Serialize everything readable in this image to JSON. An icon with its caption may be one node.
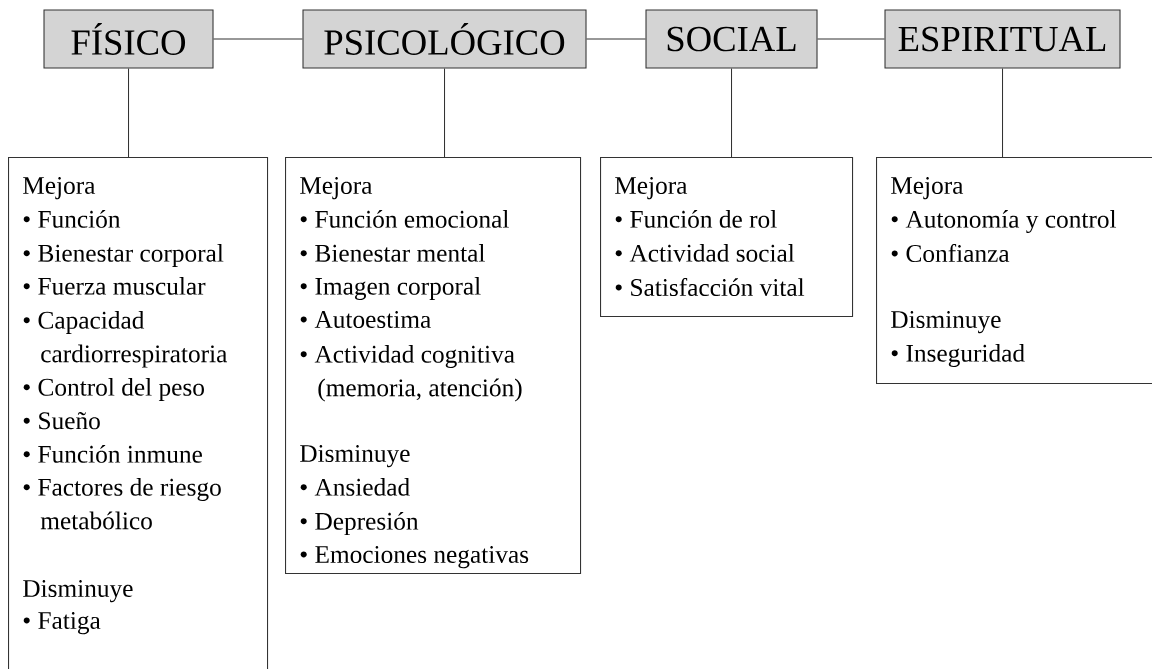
{
  "diagram": {
    "nodes": [
      {
        "text": [
          "FÍSICO"
        ]
      },
      {
        "text": [
          "PSICOLÓGICO"
        ]
      },
      {
        "text": [
          "SOCIAL"
        ]
      },
      {
        "text": [
          "ESPIRITUAL"
        ]
      },
      {
        "text": [
          "Mejora",
          "• Función",
          "• Bienestar corporal",
          "• Fuerza muscular",
          "• Capacidad cardiorrespiratoria",
          "• Control del peso",
          "• Sueño",
          "• Función inmune",
          "• Factores de riesgo metabólico",
          "Disminuye",
          "• Fatiga"
        ]
      },
      {
        "text": [
          "Mejora",
          "• Función emocional",
          "• Bienestar mental",
          "• Imagen corporal",
          "• Autoestima",
          "• Actividad cognitiva (memoria, atención)",
          "Disminuye",
          "• Ansiedad",
          "• Depresión",
          "• Emociones negativas"
        ]
      },
      {
        "text": [
          "Mejora",
          "• Función de rol",
          "• Actividad social",
          "• Satisfacción vital"
        ]
      },
      {
        "text": [
          "Mejora",
          "• Autonomía y control",
          "• Confianza",
          "Disminuye",
          "• Inseguridad"
        ]
      }
    ],
    "edges": [
      {
        "from": 0,
        "to": 1,
        "arrow": "none"
      },
      {
        "from": 1,
        "to": 2,
        "arrow": "none"
      },
      {
        "from": 2,
        "to": 3,
        "arrow": "none"
      },
      {
        "from": 0,
        "to": 4,
        "arrow": "none"
      },
      {
        "from": 1,
        "to": 5,
        "arrow": "none"
      },
      {
        "from": 2,
        "to": 6,
        "arrow": "none"
      },
      {
        "from": 3,
        "to": 7,
        "arrow": "none"
      }
    ]
  }
}
